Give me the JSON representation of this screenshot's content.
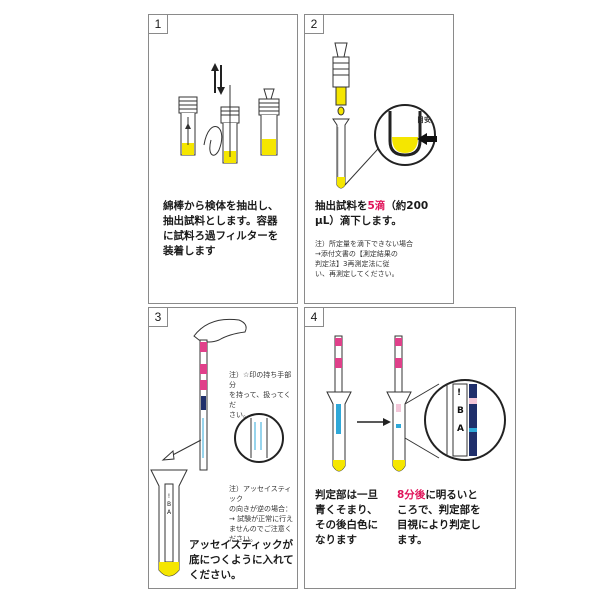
{
  "steps": [
    {
      "number": "1",
      "text": "綿棒から検体を抽出し、\n抽出試料とします。容器\nに試料ろ過フィルターを\n装着します"
    },
    {
      "number": "2",
      "text_a": "抽出試料を",
      "text_red": "5滴",
      "text_b": "（約200\nμL）滴下します。",
      "note": "注）所定量を滴下できない場合\n→添付文書の【測定結果の\n判定法】3再測定法に従\nい、再測定してください。",
      "gauge_label": "目安"
    },
    {
      "number": "3",
      "note_1": "注）☆印の持ち手部分\nを持って、扱ってくだ\nさい。",
      "note_2": "注）アッセイスティック\nの向きが逆の場合：\n→ 試験が正常に行え\nませんのでご注意く\nださい。",
      "text": "アッセイスティックが\n底につくように入れて\nください。"
    },
    {
      "number": "4",
      "text_left": "判定部は一旦\n青くそまり、\nその後白色に\nなります",
      "text_red": "8分後",
      "text_right": "に明るいと\nころで、判定部を\n目視により判定し\nます。",
      "zoom_labels": [
        "!",
        "B",
        "A"
      ]
    }
  ],
  "colors": {
    "yellow": "#f5e600",
    "pink": "#e0408a",
    "cyan": "#2fa8d8",
    "navy": "#1f2f6b",
    "red": "#e0145a"
  }
}
